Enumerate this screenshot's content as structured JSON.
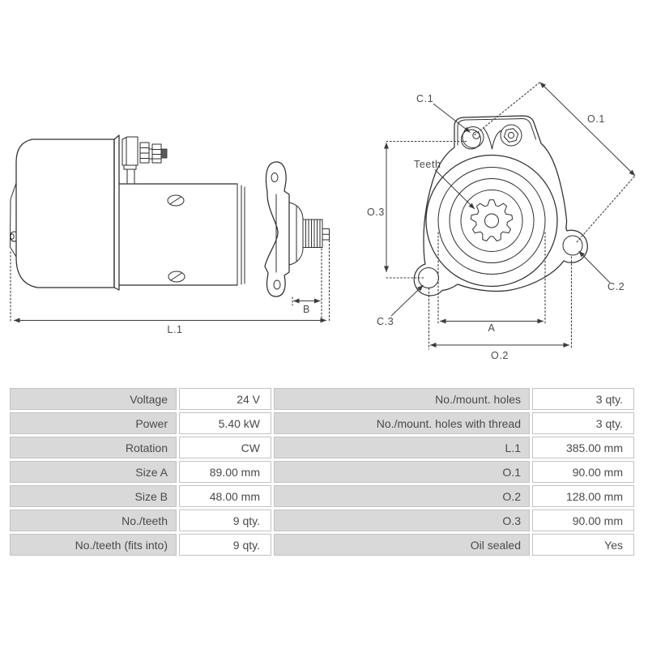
{
  "drawing": {
    "side_view": {
      "labels": {
        "b": "B",
        "l1": "L.1"
      }
    },
    "front_view": {
      "labels": {
        "c1": "C.1",
        "o1": "O.1",
        "teeth": "Teeth",
        "o3": "O.3",
        "c3": "C.3",
        "c2": "C.2",
        "a": "A",
        "o2": "O.2"
      }
    }
  },
  "spec_table": {
    "rows": [
      {
        "label_left": "Voltage",
        "value_left": "24 V",
        "label_right": "No./mount. holes",
        "value_right": "3 qty."
      },
      {
        "label_left": "Power",
        "value_left": "5.40 kW",
        "label_right": "No./mount. holes with thread",
        "value_right": "3 qty."
      },
      {
        "label_left": "Rotation",
        "value_left": "CW",
        "label_right": "L.1",
        "value_right": "385.00 mm"
      },
      {
        "label_left": "Size A",
        "value_left": "89.00 mm",
        "label_right": "O.1",
        "value_right": "90.00 mm"
      },
      {
        "label_left": "Size B",
        "value_left": "48.00 mm",
        "label_right": "O.2",
        "value_right": "128.00 mm"
      },
      {
        "label_left": "No./teeth",
        "value_left": "9 qty.",
        "label_right": "O.3",
        "value_right": "90.00 mm"
      },
      {
        "label_left": "No./teeth (fits into)",
        "value_left": "9 qty.",
        "label_right": "Oil sealed",
        "value_right": "Yes"
      }
    ]
  },
  "colors": {
    "table_label_bg": "#d9d9d9",
    "table_value_bg": "#ffffff",
    "table_border": "#c3c3c3",
    "table_text": "#4a4a4a",
    "line_art": "#2e2e2e",
    "dimension_text": "#4a4a4a"
  }
}
